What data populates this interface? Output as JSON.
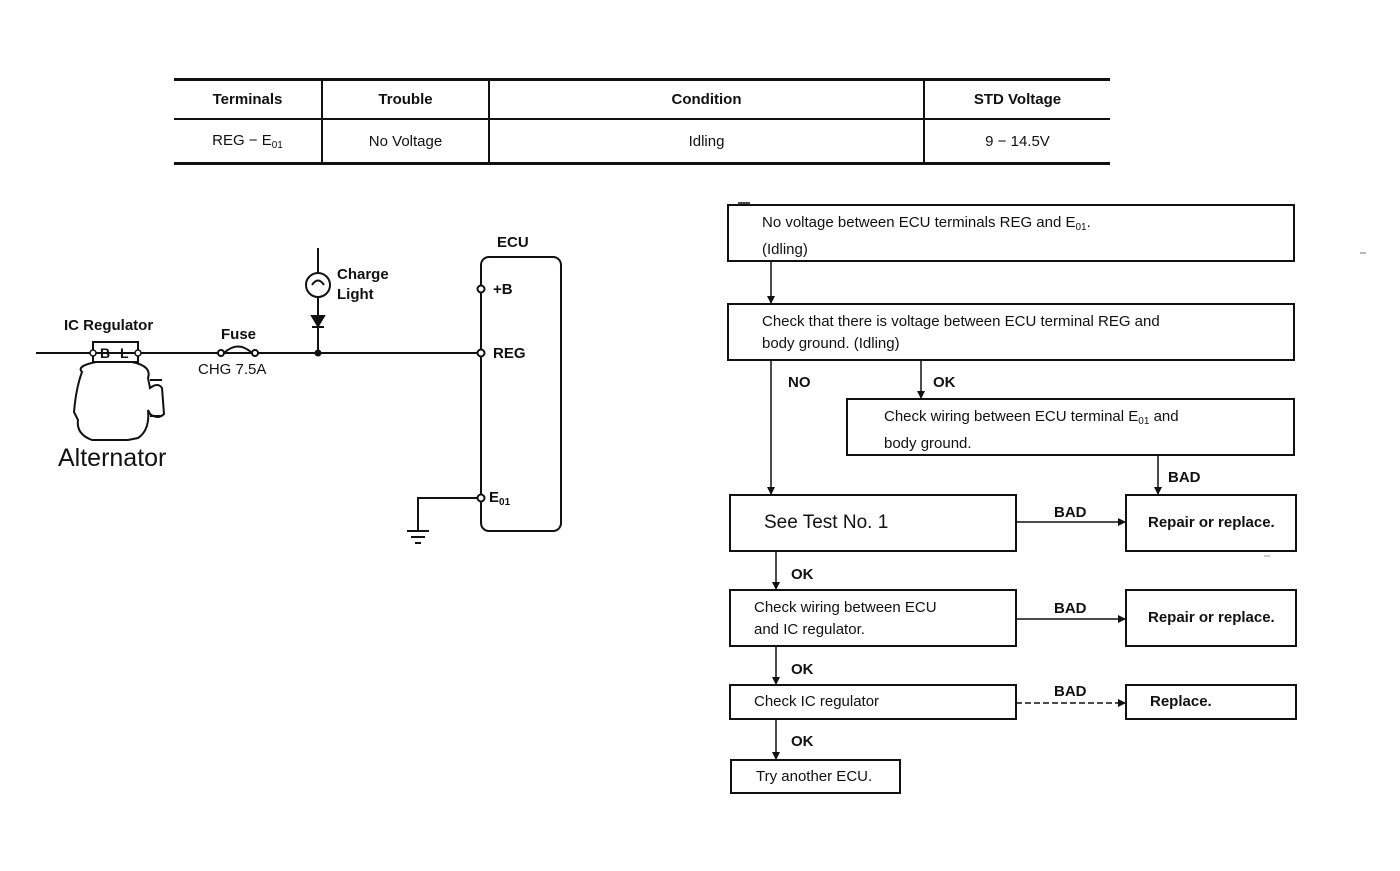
{
  "table": {
    "headers": [
      "Terminals",
      "Trouble",
      "Condition",
      "STD Voltage"
    ],
    "row": {
      "terminals_main": "REG − E",
      "terminals_sub": "01",
      "trouble": "No Voltage",
      "condition": "Idling",
      "std_voltage": "9 − 14.5V"
    }
  },
  "circuit": {
    "ecu": "ECU",
    "plus_b": "+B",
    "reg": "REG",
    "e01_main": "E",
    "e01_sub": "01",
    "charge_light_1": "Charge",
    "charge_light_2": "Light",
    "ic_regulator": "IC Regulator",
    "terminal_b": "B",
    "terminal_l": "L",
    "fuse": "Fuse",
    "fuse_rating": "CHG 7.5A",
    "alternator": "Alternator"
  },
  "flowchart": {
    "box1_line1_main": "No voltage between ECU terminals REG and E",
    "box1_line1_sub": "01",
    "box1_line1_end": ".",
    "box1_line2": "(Idling)",
    "box2": "Check that there is voltage between ECU terminal REG and\nbody ground. (Idling)",
    "box3_line1_main": "Check wiring between ECU terminal E",
    "box3_line1_sub": "01",
    "box3_line1_end": " and",
    "box3_line2": "body ground.",
    "box4": "See Test No. 1",
    "box5": "Check wiring between ECU\nand IC regulator.",
    "box6": "Check IC regulator",
    "box7": "Try another ECU.",
    "repair1": "Repair or replace.",
    "repair2": "Repair or replace.",
    "replace": "Replace.",
    "lbl_no": "NO",
    "lbl_ok1": "OK",
    "lbl_bad1": "BAD",
    "lbl_bad2": "BAD",
    "lbl_ok2": "OK",
    "lbl_bad3": "BAD",
    "lbl_ok3": "OK",
    "lbl_bad4": "BAD",
    "lbl_ok4": "OK"
  }
}
